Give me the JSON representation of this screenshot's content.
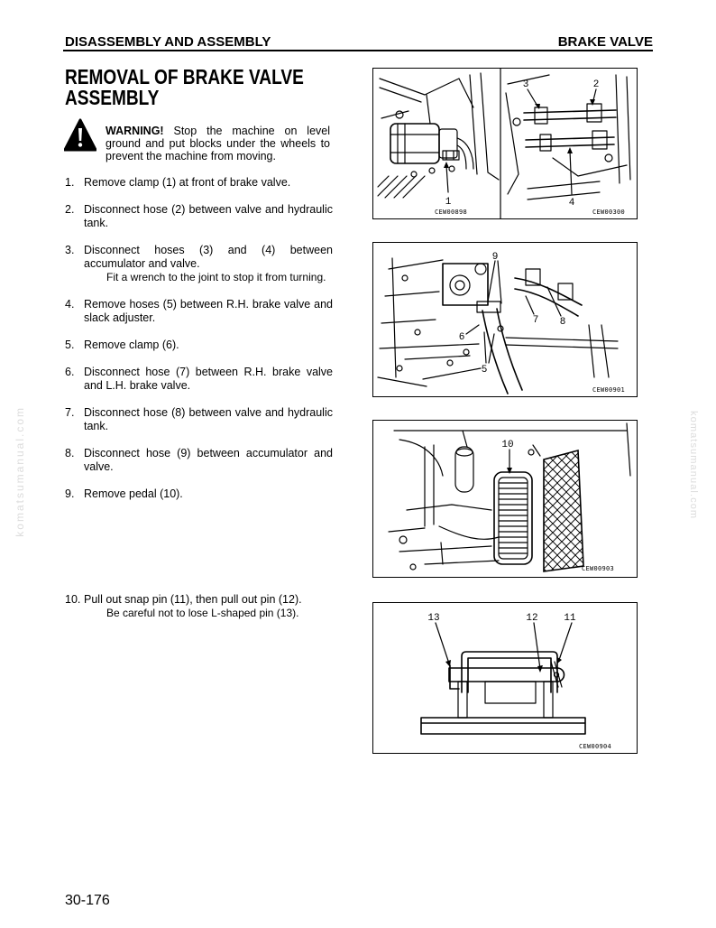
{
  "header": {
    "section": "DISASSEMBLY AND ASSEMBLY",
    "topic": "BRAKE VALVE"
  },
  "title": {
    "line1": "REMOVAL OF BRAKE VALVE",
    "line2": "ASSEMBLY"
  },
  "warning": {
    "icon": "warning-triangle-icon",
    "label": "WARNING!",
    "text": "Stop the machine on level ground and put blocks under the wheels to prevent the machine from moving."
  },
  "steps": [
    {
      "num": "1.",
      "text": "Remove clamp (1) at front of brake valve."
    },
    {
      "num": "2.",
      "text": "Disconnect hose (2) between valve and hydraulic tank."
    },
    {
      "num": "3.",
      "text": "Disconnect hoses (3) and (4) between accumulator and valve.",
      "note": "Fit a wrench to the joint to stop it from turning."
    },
    {
      "num": "4.",
      "text": "Remove hoses (5) between R.H. brake valve and slack adjuster."
    },
    {
      "num": "5.",
      "text": "Remove clamp (6)."
    },
    {
      "num": "6.",
      "text": "Disconnect hose (7) between R.H. brake valve and L.H. brake valve."
    },
    {
      "num": "7.",
      "text": "Disconnect hose (8) between valve and hydraulic tank."
    },
    {
      "num": "8.",
      "text": "Disconnect hose (9) between accumulator and valve."
    },
    {
      "num": "9.",
      "text": "Remove pedal (10)."
    },
    {
      "num": "10.",
      "text": "Pull out snap pin (11), then pull out pin (12).",
      "note": "Be careful not to lose L-shaped pin (13)."
    }
  ],
  "figures": [
    {
      "codes": [
        "CEW00898",
        "CEW00300"
      ],
      "callouts": [
        "1",
        "3",
        "2",
        "4"
      ]
    },
    {
      "codes": [
        "CEW00901"
      ],
      "callouts": [
        "9",
        "7",
        "8",
        "6",
        "5"
      ]
    },
    {
      "codes": [
        "CEW00903"
      ],
      "callouts": [
        "10"
      ]
    },
    {
      "codes": [
        "CEW00904"
      ],
      "callouts": [
        "13",
        "12",
        "11"
      ]
    }
  ],
  "watermark": "komatsumanual.com",
  "page_number": "30-176"
}
